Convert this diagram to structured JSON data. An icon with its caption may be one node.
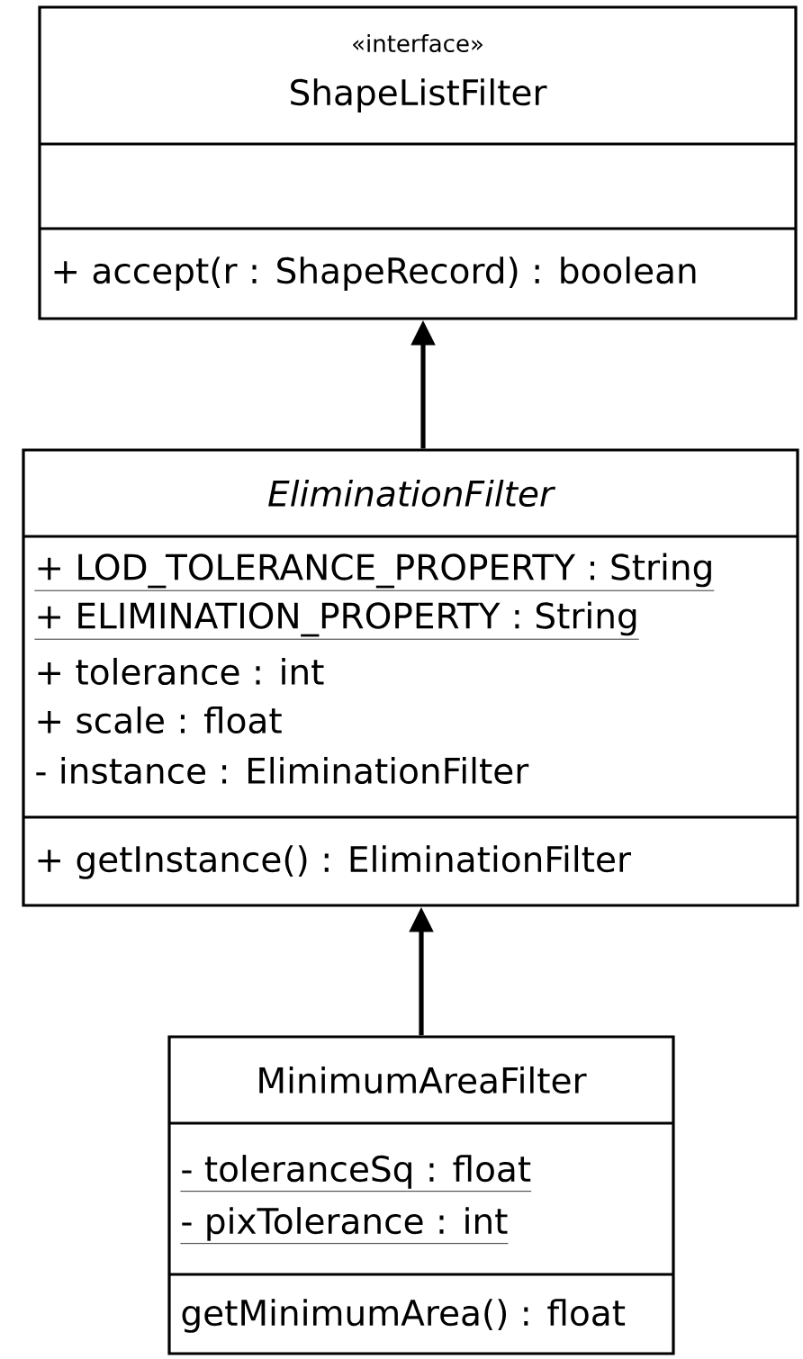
{
  "diagram": {
    "nodes": [
      {
        "text": [
          "«interface»",
          "ShapeListFilter",
          "+ accept(r : ShapeRecord) : boolean"
        ]
      },
      {
        "text": [
          "EliminationFilter",
          "+ LOD_TOLERANCE_PROPERTY : String",
          "+ ELIMINATION_PROPERTY : String",
          "+ tolerance : int",
          "+ scale : float",
          "- instance : EliminationFilter",
          "+ getInstance() : EliminationFilter"
        ]
      },
      {
        "text": [
          "MinimumAreaFilter",
          "- toleranceSq : float",
          "- pixTolerance : int",
          "getMinimumArea() : float"
        ]
      }
    ],
    "edges": [
      {
        "from": 1,
        "to": 0,
        "arrow": "to"
      },
      {
        "from": 2,
        "to": 1,
        "arrow": "to"
      }
    ]
  }
}
